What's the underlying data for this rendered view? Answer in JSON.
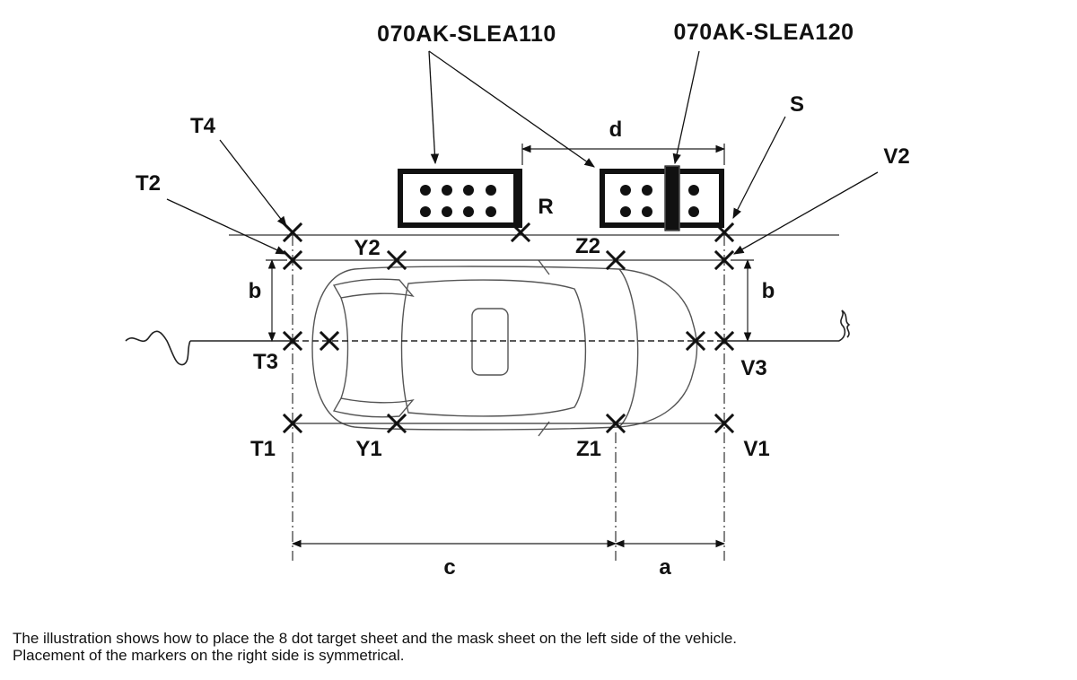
{
  "parts": {
    "target_sheet": "070AK-SLEA110",
    "mask_sheet": "070AK-SLEA120"
  },
  "points": {
    "T1": "T1",
    "T2": "T2",
    "T3": "T3",
    "T4": "T4",
    "Y1": "Y1",
    "Y2": "Y2",
    "Z1": "Z1",
    "Z2": "Z2",
    "V1": "V1",
    "V2": "V2",
    "V3": "V3",
    "R": "R",
    "S": "S"
  },
  "dimensions": {
    "a": "a",
    "b_left": "b",
    "b_right": "b",
    "c": "c",
    "d": "d"
  },
  "caption": {
    "line1": "The illustration shows how to place the 8 dot target sheet and the mask sheet on the left side of the vehicle.",
    "line2": "Placement of the markers on the right side is symmetrical."
  }
}
